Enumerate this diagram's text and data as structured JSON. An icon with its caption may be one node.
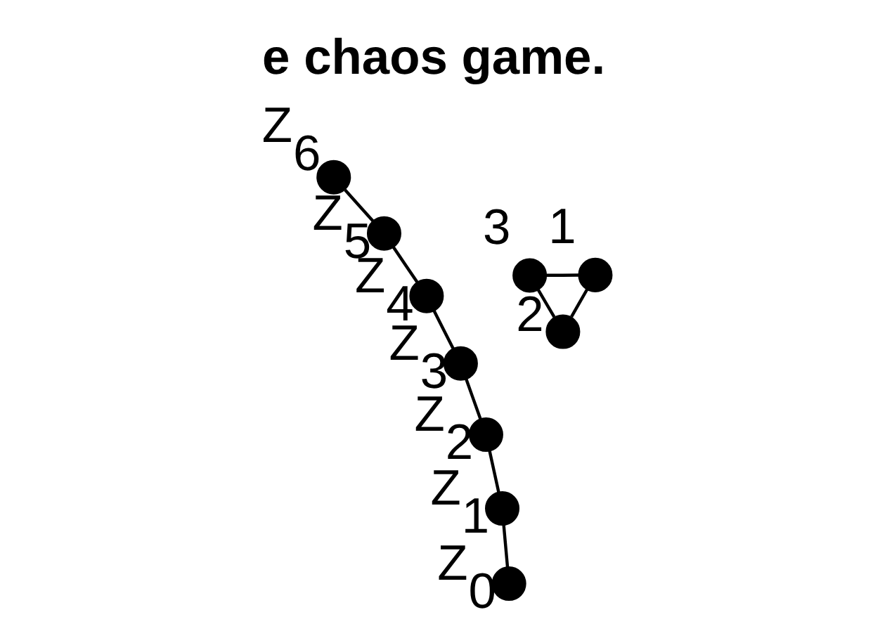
{
  "diagram": {
    "title": "e chaos game.",
    "nodes": [
      {
        "text": [],
        "shape": "circle",
        "beside": [
          "3"
        ]
      },
      {
        "text": [],
        "shape": "circle",
        "beside": [
          "Z$_{0}$"
        ]
      },
      {
        "text": [],
        "shape": "circle",
        "beside": [
          "Z$_{3}$"
        ]
      },
      {
        "text": [],
        "shape": "circle",
        "beside": [
          "Z$_{1}$"
        ]
      },
      {
        "text": [],
        "shape": "circle",
        "beside": [
          "Z$_{4}$"
        ]
      },
      {
        "text": [],
        "shape": "circle",
        "beside": [
          "Z$_{2}$"
        ]
      },
      {
        "text": [],
        "shape": "circle",
        "beside": [
          "Z$_{5}$"
        ]
      },
      {
        "text": [],
        "shape": "circle",
        "beside": [
          "Z$_{6}$"
        ]
      },
      {
        "text": [],
        "shape": "circle",
        "beside": [
          "1"
        ]
      },
      {
        "text": [],
        "shape": "circle",
        "beside": [
          "2"
        ]
      }
    ],
    "edges": [
      {
        "from": 8,
        "to": 0,
        "arrow": "none"
      },
      {
        "from": 0,
        "to": 9,
        "arrow": "none"
      },
      {
        "from": 8,
        "to": 9,
        "arrow": "none"
      },
      {
        "from": 1,
        "to": 3,
        "arrow": "none"
      },
      {
        "from": 3,
        "to": 5,
        "arrow": "none"
      },
      {
        "from": 5,
        "to": 2,
        "arrow": "none"
      },
      {
        "from": 2,
        "to": 4,
        "arrow": "none"
      },
      {
        "from": 4,
        "to": 6,
        "arrow": "none"
      },
      {
        "from": 6,
        "to": 7,
        "arrow": "none"
      }
    ]
  }
}
